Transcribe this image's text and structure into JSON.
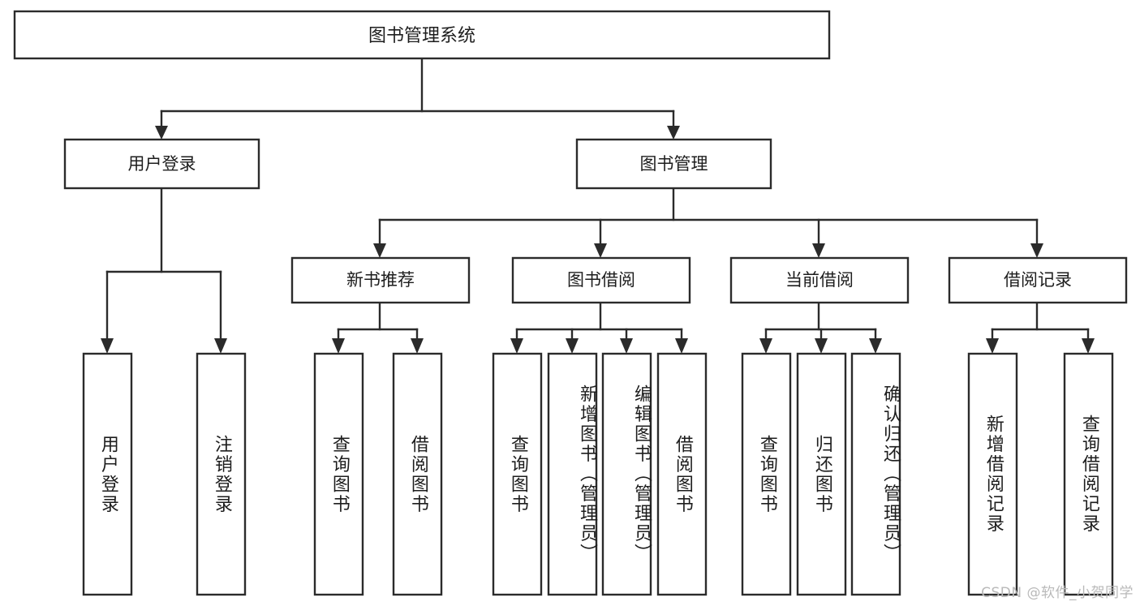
{
  "diagram": {
    "title": "图书管理系统",
    "watermark": "CSDN @软件_小贺同学",
    "type": "tree",
    "orientation": "top-down",
    "colors": {
      "background": "#ffffff",
      "stroke": "#2b2b2b",
      "text": "#1d1d1d",
      "watermark": "#b9b9b9"
    },
    "levels": [
      {
        "level": 0,
        "nodes": [
          {
            "id": "root",
            "label": "图书管理系统",
            "orientation": "horizontal"
          }
        ]
      },
      {
        "level": 1,
        "nodes": [
          {
            "id": "login",
            "label": "用户登录",
            "orientation": "horizontal",
            "parent": "root"
          },
          {
            "id": "bookmgmt",
            "label": "图书管理",
            "orientation": "horizontal",
            "parent": "root"
          }
        ]
      },
      {
        "level": 2,
        "nodes": [
          {
            "id": "newbook",
            "label": "新书推荐",
            "orientation": "horizontal",
            "parent": "bookmgmt"
          },
          {
            "id": "borrow",
            "label": "图书借阅",
            "orientation": "horizontal",
            "parent": "bookmgmt"
          },
          {
            "id": "current",
            "label": "当前借阅",
            "orientation": "horizontal",
            "parent": "bookmgmt"
          },
          {
            "id": "records",
            "label": "借阅记录",
            "orientation": "horizontal",
            "parent": "bookmgmt"
          }
        ]
      },
      {
        "level": 3,
        "nodes": [
          {
            "id": "leaf1",
            "label": "用户登录",
            "orientation": "vertical",
            "parent": "login"
          },
          {
            "id": "leaf2",
            "label": "注销登录",
            "orientation": "vertical",
            "parent": "login"
          },
          {
            "id": "leaf3",
            "label": "查询图书",
            "orientation": "vertical",
            "parent": "newbook"
          },
          {
            "id": "leaf4",
            "label": "借阅图书",
            "orientation": "vertical",
            "parent": "newbook"
          },
          {
            "id": "leaf5",
            "label": "查询图书",
            "orientation": "vertical",
            "parent": "borrow"
          },
          {
            "id": "leaf6",
            "label": "新增图书（管理员）",
            "orientation": "vertical",
            "parent": "borrow"
          },
          {
            "id": "leaf7",
            "label": "编辑图书（管理员）",
            "orientation": "vertical",
            "parent": "borrow"
          },
          {
            "id": "leaf8",
            "label": "借阅图书",
            "orientation": "vertical",
            "parent": "borrow"
          },
          {
            "id": "leaf9",
            "label": "查询图书",
            "orientation": "vertical",
            "parent": "current"
          },
          {
            "id": "leaf10",
            "label": "归还图书",
            "orientation": "vertical",
            "parent": "current"
          },
          {
            "id": "leaf11",
            "label": "确认归还（管理员）",
            "orientation": "vertical",
            "parent": "current"
          },
          {
            "id": "leaf12",
            "label": "新增借阅记录",
            "orientation": "vertical",
            "parent": "records"
          },
          {
            "id": "leaf13",
            "label": "查询借阅记录",
            "orientation": "vertical",
            "parent": "records"
          }
        ]
      }
    ]
  }
}
